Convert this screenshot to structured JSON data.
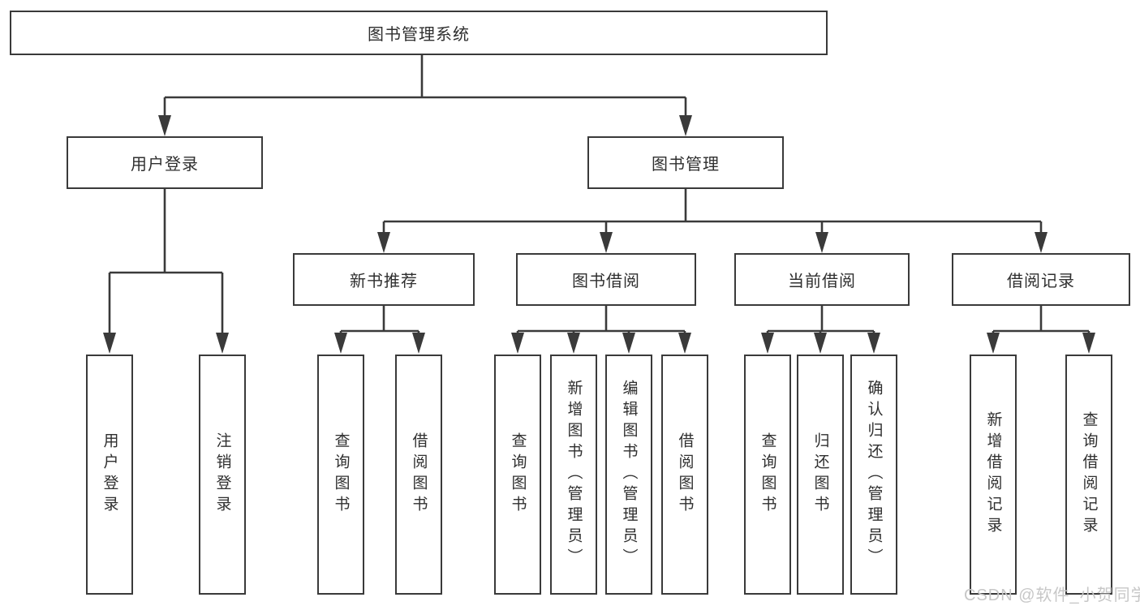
{
  "title": "图书管理系统",
  "tree": {
    "label": "图书管理系统",
    "children": [
      {
        "label": "用户登录",
        "children": [
          {
            "label": "用户登录"
          },
          {
            "label": "注销登录"
          }
        ]
      },
      {
        "label": "图书管理",
        "children": [
          {
            "label": "新书推荐",
            "children": [
              {
                "label": "查询图书"
              },
              {
                "label": "借阅图书"
              }
            ]
          },
          {
            "label": "图书借阅",
            "children": [
              {
                "label": "查询图书"
              },
              {
                "label": "新增图书（管理员）"
              },
              {
                "label": "编辑图书（管理员）"
              },
              {
                "label": "借阅图书"
              }
            ]
          },
          {
            "label": "当前借阅",
            "children": [
              {
                "label": "查询图书"
              },
              {
                "label": "归还图书"
              },
              {
                "label": "确认归还（管理员）"
              }
            ]
          },
          {
            "label": "借阅记录",
            "children": [
              {
                "label": "新增借阅记录"
              },
              {
                "label": "查询借阅记录"
              }
            ]
          }
        ]
      }
    ]
  },
  "watermark": {
    "text": "CSDN @软件_小贺同学"
  },
  "colors": {
    "background": "#ffffff",
    "line": "#3a3a3a",
    "box_border": "#3a3a3a",
    "box_fill": "#ffffff",
    "text": "#2f2f2f",
    "watermark_color": "#c7c7c7"
  }
}
